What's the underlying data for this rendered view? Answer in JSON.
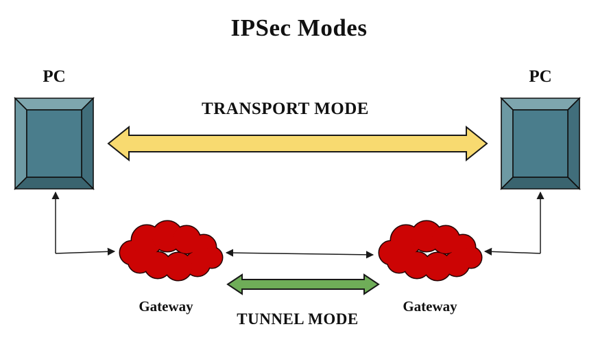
{
  "title": "IPSec Modes",
  "colors": {
    "background": "#ffffff",
    "text": "#111111",
    "transport_arrow": "#F8DA70",
    "tunnel_arrow": "#6FAD58",
    "cloud_red": "#CC0404",
    "cloud_outline": "#230303",
    "pc_frame_top": "#7EA6AE",
    "pc_frame_left": "#6D99A3",
    "pc_frame_right": "#416E7B",
    "pc_frame_bottom": "#3A646F",
    "pc_screen": "#4A7D8C",
    "connector_line": "#1a1a1a"
  },
  "nodes": {
    "pc_left": {
      "label": "PC"
    },
    "pc_right": {
      "label": "PC"
    },
    "gateway_left": {
      "label": "Gateway"
    },
    "gateway_right": {
      "label": "Gateway"
    }
  },
  "modes": {
    "transport": {
      "label": "TRANSPORT MODE"
    },
    "tunnel": {
      "label": "TUNNEL MODE"
    }
  }
}
